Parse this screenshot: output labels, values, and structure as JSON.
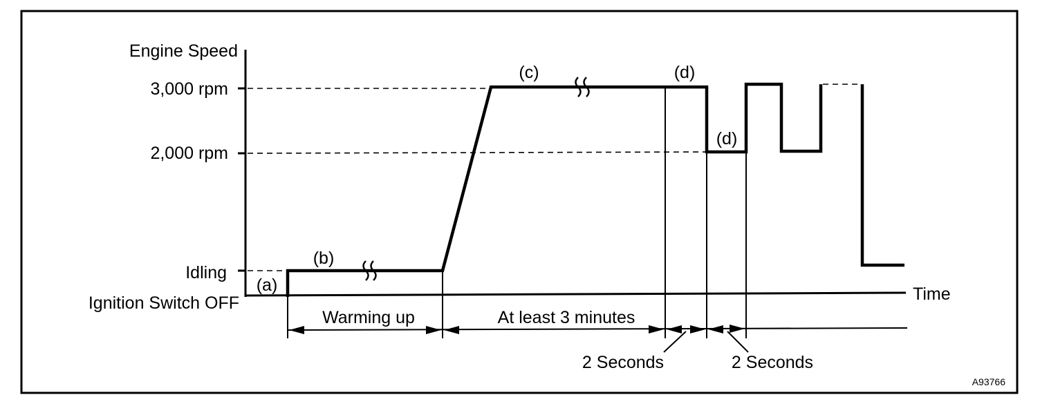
{
  "diagram": {
    "y_axis_title": "Engine Speed",
    "x_axis_title": "Time",
    "levels": {
      "rpm_3000": "3,000 rpm",
      "rpm_2000": "2,000 rpm",
      "idling": "Idling",
      "ignition_off": "Ignition Switch OFF"
    },
    "phases": {
      "a": "(a)",
      "b": "(b)",
      "c": "(c)",
      "d1": "(d)",
      "d2": "(d)"
    },
    "intervals": {
      "warming_up": "Warming up",
      "at_least_3_minutes": "At least 3 minutes",
      "two_seconds_1": "2 Seconds",
      "two_seconds_2": "2 Seconds"
    },
    "figure_code": "A93766"
  }
}
